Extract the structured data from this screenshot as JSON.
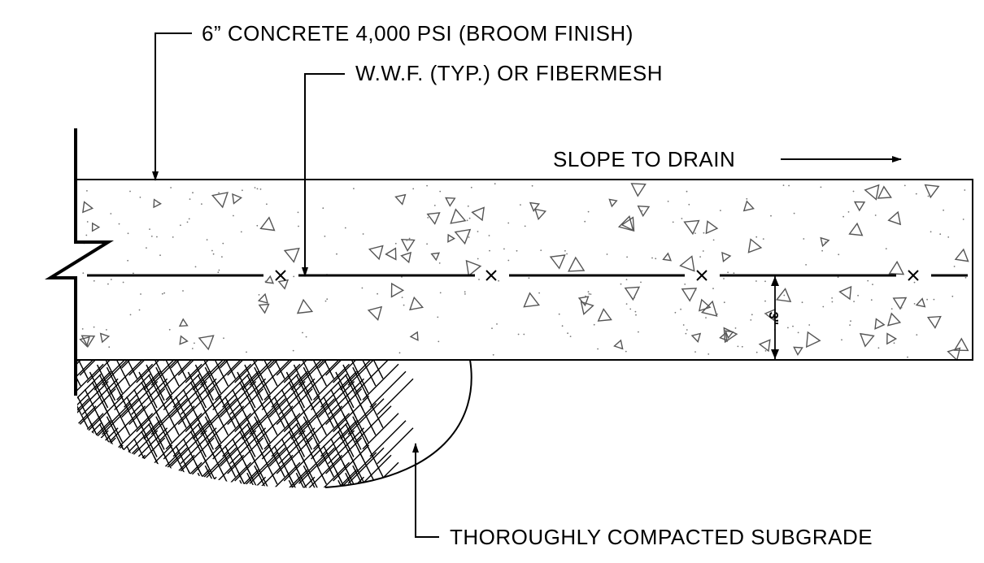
{
  "callouts": {
    "concrete": "6” CONCRETE 4,000 PSI (BROOM FINISH)",
    "mesh": "W.W.F. (TYP.) OR FIBERMESH",
    "slope": "SLOPE TO DRAIN",
    "subgrade": "THOROUGHLY COMPACTED SUBGRADE"
  },
  "dimension": {
    "mesh_depth": "3\""
  },
  "colors": {
    "linework": "#000000",
    "aggregate": "#555555",
    "background": "#ffffff"
  }
}
